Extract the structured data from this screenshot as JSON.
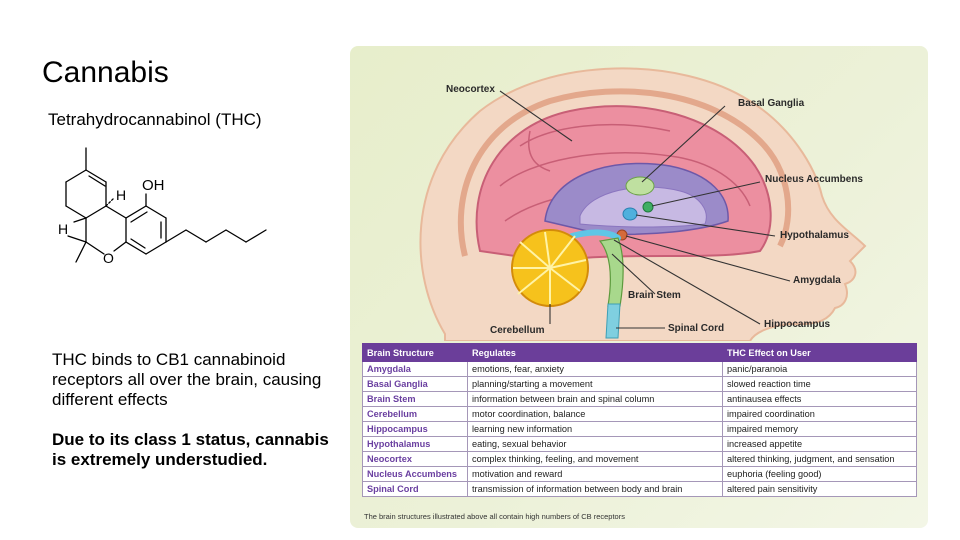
{
  "slide": {
    "title": "Cannabis",
    "subtitle": "Tetrahydrocannabinol (THC)",
    "body": "THC binds to CB1 cannabinoid receptors all over the brain, causing different effects",
    "emphasis": "Due to its class 1 status, cannabis is extremely understudied."
  },
  "molecule": {
    "oh": "OH",
    "h_top": "H",
    "h_left": "H",
    "o": "O"
  },
  "diagram": {
    "labels": {
      "neocortex": "Neocortex",
      "basal_ganglia": "Basal Ganglia",
      "nucleus_accumbens": "Nucleus Accumbens",
      "hypothalamus": "Hypothalamus",
      "amygdala": "Amygdala",
      "brain_stem": "Brain Stem",
      "hippocampus": "Hippocampus",
      "cerebellum": "Cerebellum",
      "spinal_cord": "Spinal Cord"
    },
    "colors": {
      "brand_purple": "#6b3e9a",
      "panel_green": "#e9efcf"
    }
  },
  "table": {
    "headers": [
      "Brain Structure",
      "Regulates",
      "THC Effect on User"
    ],
    "rows": [
      [
        "Amygdala",
        "emotions, fear, anxiety",
        "panic/paranoia"
      ],
      [
        "Basal Ganglia",
        "planning/starting a movement",
        "slowed reaction time"
      ],
      [
        "Brain Stem",
        "information between brain and spinal column",
        "antinausea effects"
      ],
      [
        "Cerebellum",
        "motor coordination, balance",
        "impaired coordination"
      ],
      [
        "Hippocampus",
        "learning new information",
        "impaired memory"
      ],
      [
        "Hypothalamus",
        "eating, sexual behavior",
        "increased appetite"
      ],
      [
        "Neocortex",
        "complex thinking, feeling, and movement",
        "altered thinking, judgment, and sensation"
      ],
      [
        "Nucleus Accumbens",
        "motivation and reward",
        "euphoria (feeling good)"
      ],
      [
        "Spinal Cord",
        "transmission of information between body and brain",
        "altered pain sensitivity"
      ]
    ],
    "note": "The brain structures illustrated above all contain high numbers of CB receptors"
  }
}
